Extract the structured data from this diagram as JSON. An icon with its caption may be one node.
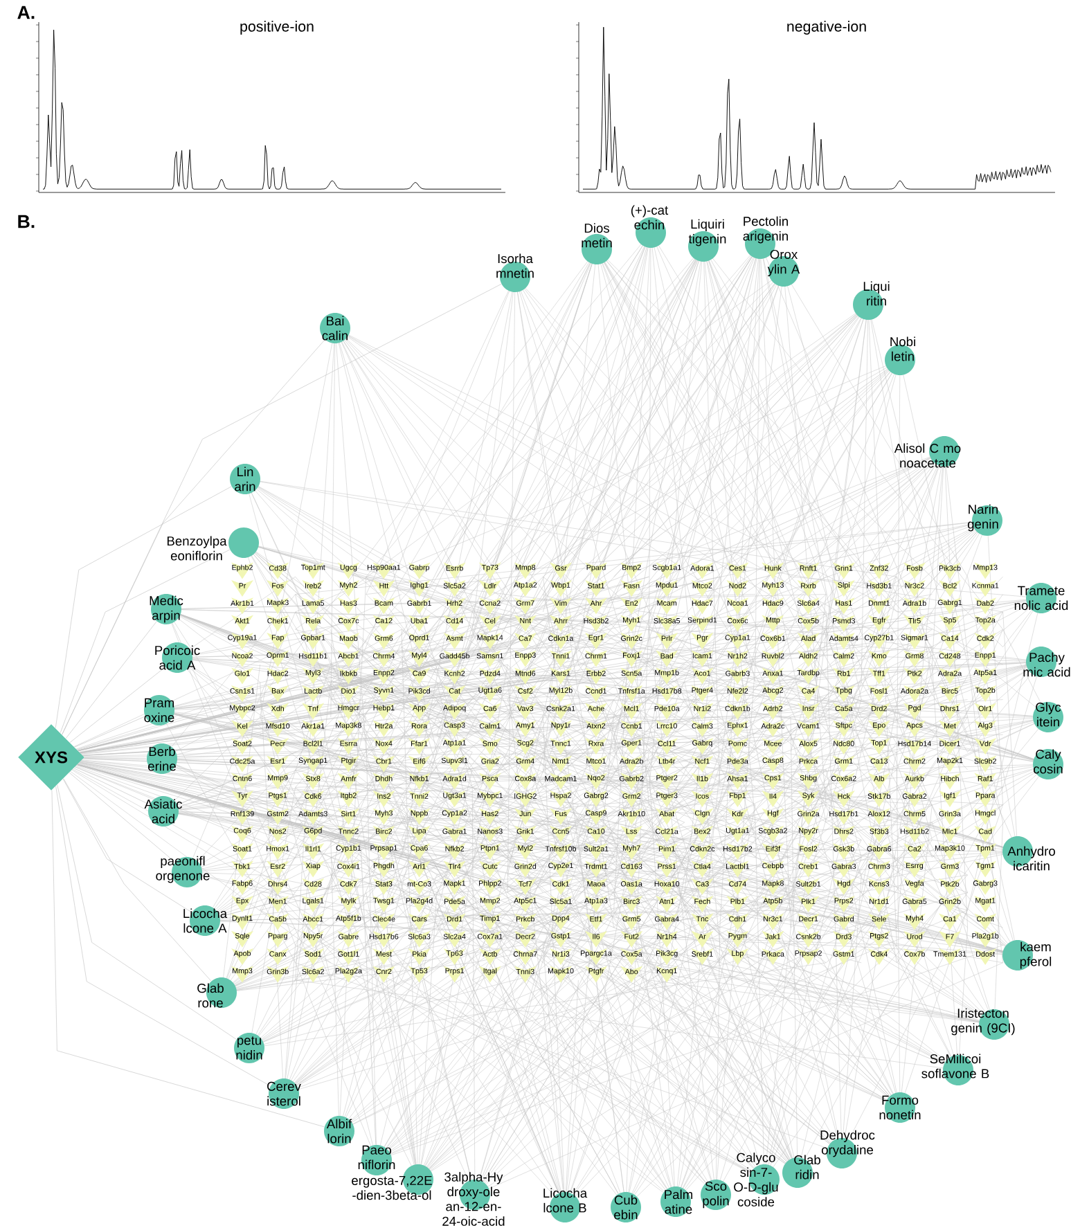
{
  "diagram": {
    "nodes": [
      {
        "text": [
          "XYS"
        ]
      },
      {
        "text": [
          "Bai calin"
        ]
      },
      {
        "text": [
          "Isorha mnetin"
        ]
      },
      {
        "text": [
          "Dios metin"
        ]
      },
      {
        "text": [
          "(+)-cat echin"
        ]
      },
      {
        "text": [
          "Liquiri tigenin"
        ]
      },
      {
        "text": [
          "Pectolin arigenin"
        ]
      },
      {
        "text": [
          "Orox ylin A"
        ]
      },
      {
        "text": [
          "Liqui ritin"
        ]
      },
      {
        "text": [
          "Nobi letin"
        ]
      },
      {
        "text": [
          "Alisol C mo noacetate"
        ]
      },
      {
        "text": [
          "Narin genin"
        ]
      },
      {
        "text": [
          "Tramete nolic acid"
        ]
      },
      {
        "text": [
          "Pachy mic acid"
        ]
      },
      {
        "text": [
          "Glyc itein"
        ]
      },
      {
        "text": [
          "Caly cosin"
        ]
      },
      {
        "text": [
          "Anhydro icaritin"
        ]
      },
      {
        "text": [
          "kaem pferol"
        ]
      },
      {
        "text": [
          "Iristecton genin (9CI)"
        ]
      },
      {
        "text": [
          "SeMilicoi soflavone B"
        ]
      },
      {
        "text": [
          "Formo nonetin"
        ]
      },
      {
        "text": [
          "Dehydroc orydaline"
        ]
      },
      {
        "text": [
          "Glab ridin"
        ]
      },
      {
        "text": [
          "Calyco sin-7- O-D-glu coside"
        ]
      },
      {
        "text": [
          "Sco polin"
        ]
      },
      {
        "text": [
          "Palm atine"
        ]
      },
      {
        "text": [
          "Cub ebin"
        ]
      },
      {
        "text": [
          "Licocha lcone B"
        ]
      },
      {
        "text": [
          "3alpha-Hy droxy-ole an-12-en-24-oic-acid"
        ]
      },
      {
        "text": [
          "ergosta-7,22E -dien-3beta-ol"
        ]
      },
      {
        "text": [
          "Paeo niflorin"
        ]
      },
      {
        "text": [
          "Albif lorin"
        ]
      },
      {
        "text": [
          "Cerev isterol"
        ]
      },
      {
        "text": [
          "petu nidin"
        ]
      },
      {
        "text": [
          "Glab rone"
        ]
      },
      {
        "text": [
          "Licocha lcone A"
        ]
      },
      {
        "text": [
          "paeonifl orgenone"
        ]
      },
      {
        "text": [
          "Asiatic acid"
        ]
      },
      {
        "text": [
          "Berb erine"
        ]
      },
      {
        "text": [
          "Pram oxine"
        ]
      },
      {
        "text": [
          "Poricoic acid A"
        ]
      },
      {
        "text": [
          "Medic arpin"
        ]
      },
      {
        "text": [
          "Benzoylpa eoniflorin"
        ]
      },
      {
        "text": [
          "Lin arin"
        ]
      },
      {
        "text": [
          "Ephb2"
        ]
      },
      {
        "text": [
          "Cd38"
        ]
      },
      {
        "text": [
          "Top1mt"
        ]
      },
      {
        "text": [
          "Ugcg"
        ]
      },
      {
        "text": [
          "Hsp90aa1"
        ]
      },
      {
        "text": [
          "Gabrp"
        ]
      },
      {
        "text": [
          "Esrrb"
        ]
      },
      {
        "text": [
          "Tp73"
        ]
      },
      {
        "text": [
          "Mmp8"
        ]
      },
      {
        "text": [
          "Gsr"
        ]
      },
      {
        "text": [
          "Ppard"
        ]
      },
      {
        "text": [
          "Bmp2"
        ]
      },
      {
        "text": [
          "Scgb1a1"
        ]
      },
      {
        "text": [
          "Adora1"
        ]
      },
      {
        "text": [
          "Ces1"
        ]
      },
      {
        "text": [
          "Hunk"
        ]
      },
      {
        "text": [
          "Rnft1"
        ]
      },
      {
        "text": [
          "Grin1"
        ]
      },
      {
        "text": [
          "Znf32"
        ]
      },
      {
        "text": [
          "Fosb"
        ]
      },
      {
        "text": [
          "Pik3cb"
        ]
      },
      {
        "text": [
          "Mmp13"
        ]
      },
      {
        "text": [
          "Pr"
        ]
      },
      {
        "text": [
          "Fos"
        ]
      },
      {
        "text": [
          "Ireb2"
        ]
      },
      {
        "text": [
          "Myh2"
        ]
      },
      {
        "text": [
          "Htt"
        ]
      },
      {
        "text": [
          "Ighg1"
        ]
      },
      {
        "text": [
          "Slc5a2"
        ]
      },
      {
        "text": [
          "Ldlr"
        ]
      },
      {
        "text": [
          "Atp1a2"
        ]
      },
      {
        "text": [
          "Wbp1"
        ]
      },
      {
        "text": [
          "Stat1"
        ]
      },
      {
        "text": [
          "Fasn"
        ]
      },
      {
        "text": [
          "Mpdu1"
        ]
      },
      {
        "text": [
          "Mtco2"
        ]
      },
      {
        "text": [
          "Nod2"
        ]
      },
      {
        "text": [
          "Myh13"
        ]
      },
      {
        "text": [
          "Rxrb"
        ]
      },
      {
        "text": [
          "Slpi"
        ]
      },
      {
        "text": [
          "Hsd3b1"
        ]
      },
      {
        "text": [
          "Nr3c2"
        ]
      },
      {
        "text": [
          "Bcl2"
        ]
      },
      {
        "text": [
          "Kcnma1"
        ]
      },
      {
        "text": [
          "Akr1b1"
        ]
      },
      {
        "text": [
          "Mapk3"
        ]
      },
      {
        "text": [
          "Lama5"
        ]
      },
      {
        "text": [
          "Has3"
        ]
      },
      {
        "text": [
          "Bcam"
        ]
      },
      {
        "text": [
          "Gabrb1"
        ]
      },
      {
        "text": [
          "Hrh2"
        ]
      },
      {
        "text": [
          "Ccna2"
        ]
      },
      {
        "text": [
          "Grm7"
        ]
      },
      {
        "text": [
          "Vim"
        ]
      },
      {
        "text": [
          "Ahr"
        ]
      },
      {
        "text": [
          "En2"
        ]
      },
      {
        "text": [
          "Mcam"
        ]
      },
      {
        "text": [
          "Hdac7"
        ]
      },
      {
        "text": [
          "Ncoa1"
        ]
      },
      {
        "text": [
          "Hdac9"
        ]
      },
      {
        "text": [
          "Slc6a4"
        ]
      },
      {
        "text": [
          "Has1"
        ]
      },
      {
        "text": [
          "Dnmt1"
        ]
      },
      {
        "text": [
          "Adra1b"
        ]
      },
      {
        "text": [
          "Gabrg1"
        ]
      },
      {
        "text": [
          "Dab2"
        ]
      },
      {
        "text": [
          "Akt1"
        ]
      },
      {
        "text": [
          "Chek1"
        ]
      },
      {
        "text": [
          "Rela"
        ]
      },
      {
        "text": [
          "Cox7c"
        ]
      },
      {
        "text": [
          "Ca12"
        ]
      },
      {
        "text": [
          "Uba1"
        ]
      },
      {
        "text": [
          "Cd14"
        ]
      },
      {
        "text": [
          "Cel"
        ]
      },
      {
        "text": [
          "Nnt"
        ]
      },
      {
        "text": [
          "Ahrr"
        ]
      },
      {
        "text": [
          "Hsd3b2"
        ]
      },
      {
        "text": [
          "Myh1"
        ]
      },
      {
        "text": [
          "Slc38a5"
        ]
      },
      {
        "text": [
          "Serpind1"
        ]
      },
      {
        "text": [
          "Cox6c"
        ]
      },
      {
        "text": [
          "Mttp"
        ]
      },
      {
        "text": [
          "Cox5b"
        ]
      },
      {
        "text": [
          "Psmd3"
        ]
      },
      {
        "text": [
          "Egfr"
        ]
      },
      {
        "text": [
          "Tlr5"
        ]
      },
      {
        "text": [
          "Sp5"
        ]
      },
      {
        "text": [
          "Top2a"
        ]
      },
      {
        "text": [
          "Cyp19a1"
        ]
      },
      {
        "text": [
          "Fap"
        ]
      },
      {
        "text": [
          "Gpbar1"
        ]
      },
      {
        "text": [
          "Maob"
        ]
      },
      {
        "text": [
          "Grm6"
        ]
      },
      {
        "text": [
          "Oprd1"
        ]
      },
      {
        "text": [
          "Asmt"
        ]
      },
      {
        "text": [
          "Mapk14"
        ]
      },
      {
        "text": [
          "Ca7"
        ]
      },
      {
        "text": [
          "Cdkn1a"
        ]
      },
      {
        "text": [
          "Egr1"
        ]
      },
      {
        "text": [
          "Grin2c"
        ]
      },
      {
        "text": [
          "Prlr"
        ]
      },
      {
        "text": [
          "Pgr"
        ]
      },
      {
        "text": [
          "Cyp1a1"
        ]
      },
      {
        "text": [
          "Cox6b1"
        ]
      },
      {
        "text": [
          "Alad"
        ]
      },
      {
        "text": [
          "Adamts4"
        ]
      },
      {
        "text": [
          "Cyp27b1"
        ]
      },
      {
        "text": [
          "Sigmar1"
        ]
      },
      {
        "text": [
          "Ca14"
        ]
      },
      {
        "text": [
          "Cdk2"
        ]
      },
      {
        "text": [
          "Ncoa2"
        ]
      },
      {
        "text": [
          "Oprm1"
        ]
      },
      {
        "text": [
          "Hsd11b1"
        ]
      },
      {
        "text": [
          "Abcb1"
        ]
      },
      {
        "text": [
          "Chrm4"
        ]
      },
      {
        "text": [
          "Myl4"
        ]
      },
      {
        "text": [
          "Gadd45b"
        ]
      },
      {
        "text": [
          "Samsn1"
        ]
      },
      {
        "text": [
          "Enpp3"
        ]
      },
      {
        "text": [
          "Tnni1"
        ]
      },
      {
        "text": [
          "Chrm1"
        ]
      },
      {
        "text": [
          "Foxj1"
        ]
      },
      {
        "text": [
          "Bad"
        ]
      },
      {
        "text": [
          "Icam1"
        ]
      },
      {
        "text": [
          "Nr1h2"
        ]
      },
      {
        "text": [
          "Ruvbl2"
        ]
      },
      {
        "text": [
          "Aldh2"
        ]
      },
      {
        "text": [
          "Calm2"
        ]
      },
      {
        "text": [
          "Kmo"
        ]
      },
      {
        "text": [
          "Grm8"
        ]
      },
      {
        "text": [
          "Cd248"
        ]
      },
      {
        "text": [
          "Enpp1"
        ]
      },
      {
        "text": [
          "Glo1"
        ]
      },
      {
        "text": [
          "Hdac2"
        ]
      },
      {
        "text": [
          "Myl3"
        ]
      },
      {
        "text": [
          "Ikbkb"
        ]
      },
      {
        "text": [
          "Enpp2"
        ]
      },
      {
        "text": [
          "Ca9"
        ]
      },
      {
        "text": [
          "Kcnh2"
        ]
      },
      {
        "text": [
          "Pdzd4"
        ]
      },
      {
        "text": [
          "Mtnd6"
        ]
      },
      {
        "text": [
          "Kars1"
        ]
      },
      {
        "text": [
          "Erbb2"
        ]
      },
      {
        "text": [
          "Scn5a"
        ]
      },
      {
        "text": [
          "Mmp1b"
        ]
      },
      {
        "text": [
          "Aco1"
        ]
      },
      {
        "text": [
          "Gabrb3"
        ]
      },
      {
        "text": [
          "Anxa1"
        ]
      },
      {
        "text": [
          "Tardbp"
        ]
      },
      {
        "text": [
          "Rb1"
        ]
      },
      {
        "text": [
          "Tff1"
        ]
      },
      {
        "text": [
          "Ptk2"
        ]
      },
      {
        "text": [
          "Adra2a"
        ]
      },
      {
        "text": [
          "Atp5a1"
        ]
      },
      {
        "text": [
          "Csn1s1"
        ]
      },
      {
        "text": [
          "Bax"
        ]
      },
      {
        "text": [
          "Lactb"
        ]
      },
      {
        "text": [
          "Dio1"
        ]
      },
      {
        "text": [
          "Syvn1"
        ]
      },
      {
        "text": [
          "Pik3cd"
        ]
      },
      {
        "text": [
          "Cat"
        ]
      },
      {
        "text": [
          "Ugt1a6"
        ]
      },
      {
        "text": [
          "Csf2"
        ]
      },
      {
        "text": [
          "Myl12b"
        ]
      },
      {
        "text": [
          "Ccnd1"
        ]
      },
      {
        "text": [
          "Tnfrsf1a"
        ]
      },
      {
        "text": [
          "Hsd17b8"
        ]
      },
      {
        "text": [
          "Ptger4"
        ]
      },
      {
        "text": [
          "Nfe2l2"
        ]
      },
      {
        "text": [
          "Abcg2"
        ]
      },
      {
        "text": [
          "Ca4"
        ]
      },
      {
        "text": [
          "Tpbg"
        ]
      },
      {
        "text": [
          "Fosl1"
        ]
      },
      {
        "text": [
          "Adora2a"
        ]
      },
      {
        "text": [
          "Birc5"
        ]
      },
      {
        "text": [
          "Top2b"
        ]
      },
      {
        "text": [
          "Mybpc2"
        ]
      },
      {
        "text": [
          "Xdh"
        ]
      },
      {
        "text": [
          "Tnf"
        ]
      },
      {
        "text": [
          "Hmgcr"
        ]
      },
      {
        "text": [
          "Hebp1"
        ]
      },
      {
        "text": [
          "App"
        ]
      },
      {
        "text": [
          "Adipoq"
        ]
      },
      {
        "text": [
          "Ca6"
        ]
      },
      {
        "text": [
          "Vav3"
        ]
      },
      {
        "text": [
          "Csnk2a1"
        ]
      },
      {
        "text": [
          "Ache"
        ]
      },
      {
        "text": [
          "Mcl1"
        ]
      },
      {
        "text": [
          "Pde10a"
        ]
      },
      {
        "text": [
          "Nr1i2"
        ]
      },
      {
        "text": [
          "Cdkn1b"
        ]
      },
      {
        "text": [
          "Adrb2"
        ]
      },
      {
        "text": [
          "Insr"
        ]
      },
      {
        "text": [
          "Ca5a"
        ]
      },
      {
        "text": [
          "Drd2"
        ]
      },
      {
        "text": [
          "Pgd"
        ]
      },
      {
        "text": [
          "Dhrs1"
        ]
      },
      {
        "text": [
          "Olr1"
        ]
      },
      {
        "text": [
          "Kel"
        ]
      },
      {
        "text": [
          "Mfsd10"
        ]
      },
      {
        "text": [
          "Akr1a1"
        ]
      },
      {
        "text": [
          "Map3k8"
        ]
      },
      {
        "text": [
          "Htr2a"
        ]
      },
      {
        "text": [
          "Rora"
        ]
      },
      {
        "text": [
          "Casp3"
        ]
      },
      {
        "text": [
          "Calm1"
        ]
      },
      {
        "text": [
          "Amy1"
        ]
      },
      {
        "text": [
          "Npy1r"
        ]
      },
      {
        "text": [
          "Atxn2"
        ]
      },
      {
        "text": [
          "Ccnb1"
        ]
      },
      {
        "text": [
          "Lrrc10"
        ]
      },
      {
        "text": [
          "Calm3"
        ]
      },
      {
        "text": [
          "Ephx1"
        ]
      },
      {
        "text": [
          "Adra2c"
        ]
      },
      {
        "text": [
          "Vcam1"
        ]
      },
      {
        "text": [
          "Sftpc"
        ]
      },
      {
        "text": [
          "Epo"
        ]
      },
      {
        "text": [
          "Apcs"
        ]
      },
      {
        "text": [
          "Met"
        ]
      },
      {
        "text": [
          "Alg3"
        ]
      },
      {
        "text": [
          "Soat2"
        ]
      },
      {
        "text": [
          "Pecr"
        ]
      },
      {
        "text": [
          "Bcl2l1"
        ]
      },
      {
        "text": [
          "Esrra"
        ]
      },
      {
        "text": [
          "Nox4"
        ]
      },
      {
        "text": [
          "Ffar1"
        ]
      },
      {
        "text": [
          "Atp1a1"
        ]
      },
      {
        "text": [
          "Smo"
        ]
      },
      {
        "text": [
          "Scg2"
        ]
      },
      {
        "text": [
          "Tnnc1"
        ]
      },
      {
        "text": [
          "Rxra"
        ]
      },
      {
        "text": [
          "Gper1"
        ]
      },
      {
        "text": [
          "Ccl11"
        ]
      },
      {
        "text": [
          "Gabrq"
        ]
      },
      {
        "text": [
          "Pomc"
        ]
      },
      {
        "text": [
          "Mcee"
        ]
      },
      {
        "text": [
          "Alox5"
        ]
      },
      {
        "text": [
          "Ndc80"
        ]
      },
      {
        "text": [
          "Top1"
        ]
      },
      {
        "text": [
          "Hsd17b14"
        ]
      },
      {
        "text": [
          "Dicer1"
        ]
      },
      {
        "text": [
          "Vdr"
        ]
      },
      {
        "text": [
          "Cdc25a"
        ]
      },
      {
        "text": [
          "Esr1"
        ]
      },
      {
        "text": [
          "Syngap1"
        ]
      },
      {
        "text": [
          "Ptgir"
        ]
      },
      {
        "text": [
          "Cbr1"
        ]
      },
      {
        "text": [
          "Eif6"
        ]
      },
      {
        "text": [
          "Supv3l1"
        ]
      },
      {
        "text": [
          "Gria2"
        ]
      },
      {
        "text": [
          "Grm4"
        ]
      },
      {
        "text": [
          "Nmt1"
        ]
      },
      {
        "text": [
          "Mtco1"
        ]
      },
      {
        "text": [
          "Adra2b"
        ]
      },
      {
        "text": [
          "Ltb4r"
        ]
      },
      {
        "text": [
          "Ncf1"
        ]
      },
      {
        "text": [
          "Pde3a"
        ]
      },
      {
        "text": [
          "Casp8"
        ]
      },
      {
        "text": [
          "Prkca"
        ]
      },
      {
        "text": [
          "Grm1"
        ]
      },
      {
        "text": [
          "Ca13"
        ]
      },
      {
        "text": [
          "Chrm2"
        ]
      },
      {
        "text": [
          "Map2k1"
        ]
      },
      {
        "text": [
          "Slc9b2"
        ]
      },
      {
        "text": [
          "Cntn6"
        ]
      },
      {
        "text": [
          "Mmp9"
        ]
      },
      {
        "text": [
          "Stx8"
        ]
      },
      {
        "text": [
          "Amfr"
        ]
      },
      {
        "text": [
          "Dhdh"
        ]
      },
      {
        "text": [
          "Nfkb1"
        ]
      },
      {
        "text": [
          "Adra1d"
        ]
      },
      {
        "text": [
          "Psca"
        ]
      },
      {
        "text": [
          "Cox8a"
        ]
      },
      {
        "text": [
          "Madcam1"
        ]
      },
      {
        "text": [
          "Nqo2"
        ]
      },
      {
        "text": [
          "Gabrb2"
        ]
      },
      {
        "text": [
          "Ptger2"
        ]
      },
      {
        "text": [
          "Il1b"
        ]
      },
      {
        "text": [
          "Ahsa1"
        ]
      },
      {
        "text": [
          "Cps1"
        ]
      },
      {
        "text": [
          "Shbg"
        ]
      },
      {
        "text": [
          "Cox6a2"
        ]
      },
      {
        "text": [
          "Alb"
        ]
      },
      {
        "text": [
          "Aurkb"
        ]
      },
      {
        "text": [
          "Hibch"
        ]
      },
      {
        "text": [
          "Raf1"
        ]
      },
      {
        "text": [
          "Tyr"
        ]
      },
      {
        "text": [
          "Ptgs1"
        ]
      },
      {
        "text": [
          "Cdk6"
        ]
      },
      {
        "text": [
          "Itgb2"
        ]
      },
      {
        "text": [
          "Ins2"
        ]
      },
      {
        "text": [
          "Tnni2"
        ]
      },
      {
        "text": [
          "Ugt3a1"
        ]
      },
      {
        "text": [
          "Mybpc1"
        ]
      },
      {
        "text": [
          "IGHG2"
        ]
      },
      {
        "text": [
          "Hspa2"
        ]
      },
      {
        "text": [
          "Gabrg2"
        ]
      },
      {
        "text": [
          "Grm2"
        ]
      },
      {
        "text": [
          "Ptger3"
        ]
      },
      {
        "text": [
          "Icos"
        ]
      },
      {
        "text": [
          "Fbp1"
        ]
      },
      {
        "text": [
          "Il4"
        ]
      },
      {
        "text": [
          "Syk"
        ]
      },
      {
        "text": [
          "Hck"
        ]
      },
      {
        "text": [
          "Stk17b"
        ]
      },
      {
        "text": [
          "Gabra2"
        ]
      },
      {
        "text": [
          "Igf1"
        ]
      },
      {
        "text": [
          "Ppara"
        ]
      },
      {
        "text": [
          "Rnf139"
        ]
      },
      {
        "text": [
          "Gstm2"
        ]
      },
      {
        "text": [
          "Adamts3"
        ]
      },
      {
        "text": [
          "Sirt1"
        ]
      },
      {
        "text": [
          "Myh3"
        ]
      },
      {
        "text": [
          "Nppb"
        ]
      },
      {
        "text": [
          "Cyp1a2"
        ]
      },
      {
        "text": [
          "Has2"
        ]
      },
      {
        "text": [
          "Jun"
        ]
      },
      {
        "text": [
          "Fus"
        ]
      },
      {
        "text": [
          "Casp9"
        ]
      },
      {
        "text": [
          "Akr1b10"
        ]
      },
      {
        "text": [
          "Abat"
        ]
      },
      {
        "text": [
          "Clgn"
        ]
      },
      {
        "text": [
          "Kdr"
        ]
      },
      {
        "text": [
          "Hgf"
        ]
      },
      {
        "text": [
          "Grin2a"
        ]
      },
      {
        "text": [
          "Hsd17b1"
        ]
      },
      {
        "text": [
          "Alox12"
        ]
      },
      {
        "text": [
          "Chrm5"
        ]
      },
      {
        "text": [
          "Grin3a"
        ]
      },
      {
        "text": [
          "Hmgcl"
        ]
      },
      {
        "text": [
          "Coq6"
        ]
      },
      {
        "text": [
          "Nos2"
        ]
      },
      {
        "text": [
          "G6pd"
        ]
      },
      {
        "text": [
          "Tnnc2"
        ]
      },
      {
        "text": [
          "Birc2"
        ]
      },
      {
        "text": [
          "Lipa"
        ]
      },
      {
        "text": [
          "Gabra1"
        ]
      },
      {
        "text": [
          "Nanos3"
        ]
      },
      {
        "text": [
          "Grik1"
        ]
      },
      {
        "text": [
          "Ccn5"
        ]
      },
      {
        "text": [
          "Ca10"
        ]
      },
      {
        "text": [
          "Lss"
        ]
      },
      {
        "text": [
          "Ccl21a"
        ]
      },
      {
        "text": [
          "Bex2"
        ]
      },
      {
        "text": [
          "Ugt1a1"
        ]
      },
      {
        "text": [
          "Scgb3a2"
        ]
      },
      {
        "text": [
          "Npy2r"
        ]
      },
      {
        "text": [
          "Dhrs2"
        ]
      },
      {
        "text": [
          "Sf3b3"
        ]
      },
      {
        "text": [
          "Hsd11b2"
        ]
      },
      {
        "text": [
          "Mlc1"
        ]
      },
      {
        "text": [
          "Cad"
        ]
      },
      {
        "text": [
          "Soat1"
        ]
      },
      {
        "text": [
          "Hmox1"
        ]
      },
      {
        "text": [
          "Il1rl1"
        ]
      },
      {
        "text": [
          "Cyp1b1"
        ]
      },
      {
        "text": [
          "Prpsap1"
        ]
      },
      {
        "text": [
          "Cpa6"
        ]
      },
      {
        "text": [
          "Nfkb2"
        ]
      },
      {
        "text": [
          "Ptpn1"
        ]
      },
      {
        "text": [
          "Myl2"
        ]
      },
      {
        "text": [
          "Tnfrsf10b"
        ]
      },
      {
        "text": [
          "Sult2a1"
        ]
      },
      {
        "text": [
          "Myh7"
        ]
      },
      {
        "text": [
          "Pim1"
        ]
      },
      {
        "text": [
          "Cdkn2c"
        ]
      },
      {
        "text": [
          "Hsd17b2"
        ]
      },
      {
        "text": [
          "Eif3f"
        ]
      },
      {
        "text": [
          "Fosl2"
        ]
      },
      {
        "text": [
          "Gsk3b"
        ]
      },
      {
        "text": [
          "Gabra6"
        ]
      },
      {
        "text": [
          "Ca2"
        ]
      },
      {
        "text": [
          "Map3k10"
        ]
      },
      {
        "text": [
          "Tpm1"
        ]
      },
      {
        "text": [
          "Tbk1"
        ]
      },
      {
        "text": [
          "Esr2"
        ]
      },
      {
        "text": [
          "Xiap"
        ]
      },
      {
        "text": [
          "Cox4i1"
        ]
      },
      {
        "text": [
          "Phgdh"
        ]
      },
      {
        "text": [
          "Arl1"
        ]
      },
      {
        "text": [
          "Tlr4"
        ]
      },
      {
        "text": [
          "Cutc"
        ]
      },
      {
        "text": [
          "Grin2d"
        ]
      },
      {
        "text": [
          "Cyp2e1"
        ]
      },
      {
        "text": [
          "Trdmt1"
        ]
      },
      {
        "text": [
          "Cd163"
        ]
      },
      {
        "text": [
          "Prss1"
        ]
      },
      {
        "text": [
          "Ctla4"
        ]
      },
      {
        "text": [
          "Lactbl1"
        ]
      },
      {
        "text": [
          "Cebpb"
        ]
      },
      {
        "text": [
          "Creb1"
        ]
      },
      {
        "text": [
          "Gabra3"
        ]
      },
      {
        "text": [
          "Chrm3"
        ]
      },
      {
        "text": [
          "Esrrg"
        ]
      },
      {
        "text": [
          "Grm3"
        ]
      },
      {
        "text": [
          "Tgm1"
        ]
      },
      {
        "text": [
          "Fabp6"
        ]
      },
      {
        "text": [
          "Dhrs4"
        ]
      },
      {
        "text": [
          "Cd28"
        ]
      },
      {
        "text": [
          "Cdk7"
        ]
      },
      {
        "text": [
          "Stat3"
        ]
      },
      {
        "text": [
          "mt-Co3"
        ]
      },
      {
        "text": [
          "Mapk1"
        ]
      },
      {
        "text": [
          "Phlpp2"
        ]
      },
      {
        "text": [
          "Tcf7"
        ]
      },
      {
        "text": [
          "Cdk1"
        ]
      },
      {
        "text": [
          "Maoa"
        ]
      },
      {
        "text": [
          "Oas1a"
        ]
      },
      {
        "text": [
          "Hoxa10"
        ]
      },
      {
        "text": [
          "Ca3"
        ]
      },
      {
        "text": [
          "Cd74"
        ]
      },
      {
        "text": [
          "Mapk8"
        ]
      },
      {
        "text": [
          "Sult2b1"
        ]
      },
      {
        "text": [
          "Hgd"
        ]
      },
      {
        "text": [
          "Kcns3"
        ]
      },
      {
        "text": [
          "Vegfa"
        ]
      },
      {
        "text": [
          "Ptk2b"
        ]
      },
      {
        "text": [
          "Gabrg3"
        ]
      },
      {
        "text": [
          "Epx"
        ]
      },
      {
        "text": [
          "Men1"
        ]
      },
      {
        "text": [
          "Lgals1"
        ]
      },
      {
        "text": [
          "Mylk"
        ]
      },
      {
        "text": [
          "Twsg1"
        ]
      },
      {
        "text": [
          "Pla2g4d"
        ]
      },
      {
        "text": [
          "Pde5a"
        ]
      },
      {
        "text": [
          "Mmp2"
        ]
      },
      {
        "text": [
          "Atp5c1"
        ]
      },
      {
        "text": [
          "Slc5a1"
        ]
      },
      {
        "text": [
          "Atp1a3"
        ]
      },
      {
        "text": [
          "Birc3"
        ]
      },
      {
        "text": [
          "Atn1"
        ]
      },
      {
        "text": [
          "Fech"
        ]
      },
      {
        "text": [
          "Plb1"
        ]
      },
      {
        "text": [
          "Atp5b"
        ]
      },
      {
        "text": [
          "Plk1"
        ]
      },
      {
        "text": [
          "Prps2"
        ]
      },
      {
        "text": [
          "Nr1d1"
        ]
      },
      {
        "text": [
          "Gabra5"
        ]
      },
      {
        "text": [
          "Grin2b"
        ]
      },
      {
        "text": [
          "Mgat1"
        ]
      },
      {
        "text": [
          "Dynlt1"
        ]
      },
      {
        "text": [
          "Ca5b"
        ]
      },
      {
        "text": [
          "Abcc1"
        ]
      },
      {
        "text": [
          "Atp5f1b"
        ]
      },
      {
        "text": [
          "Clec4e"
        ]
      },
      {
        "text": [
          "Cars"
        ]
      },
      {
        "text": [
          "Drd1"
        ]
      },
      {
        "text": [
          "Timp1"
        ]
      },
      {
        "text": [
          "Prkcb"
        ]
      },
      {
        "text": [
          "Dpp4"
        ]
      },
      {
        "text": [
          "Etf1"
        ]
      },
      {
        "text": [
          "Grm5"
        ]
      },
      {
        "text": [
          "Gabra4"
        ]
      },
      {
        "text": [
          "Tnc"
        ]
      },
      {
        "text": [
          "Cdh1"
        ]
      },
      {
        "text": [
          "Nr3c1"
        ]
      },
      {
        "text": [
          "Decr1"
        ]
      },
      {
        "text": [
          "Gabrd"
        ]
      },
      {
        "text": [
          "Sele"
        ]
      },
      {
        "text": [
          "Myh4"
        ]
      },
      {
        "text": [
          "Ca1"
        ]
      },
      {
        "text": [
          "Comt"
        ]
      },
      {
        "text": [
          "Sqle"
        ]
      },
      {
        "text": [
          "Pparg"
        ]
      },
      {
        "text": [
          "Npy5r"
        ]
      },
      {
        "text": [
          "Gabre"
        ]
      },
      {
        "text": [
          "Hsd17b6"
        ]
      },
      {
        "text": [
          "Slc6a3"
        ]
      },
      {
        "text": [
          "Slc2a4"
        ]
      },
      {
        "text": [
          "Cox7a1"
        ]
      },
      {
        "text": [
          "Decr2"
        ]
      },
      {
        "text": [
          "Gstp1"
        ]
      },
      {
        "text": [
          "Il6"
        ]
      },
      {
        "text": [
          "Fut2"
        ]
      },
      {
        "text": [
          "Nr1h4"
        ]
      },
      {
        "text": [
          "Ar"
        ]
      },
      {
        "text": [
          "Pygm"
        ]
      },
      {
        "text": [
          "Jak1"
        ]
      },
      {
        "text": [
          "Csnk2b"
        ]
      },
      {
        "text": [
          "Drd3"
        ]
      },
      {
        "text": [
          "Ptgs2"
        ]
      },
      {
        "text": [
          "Urod"
        ]
      },
      {
        "text": [
          "F7"
        ]
      },
      {
        "text": [
          "Pla2g1b"
        ]
      },
      {
        "text": [
          "Apob"
        ]
      },
      {
        "text": [
          "Canx"
        ]
      },
      {
        "text": [
          "Sod1"
        ]
      },
      {
        "text": [
          "Got1l1"
        ]
      },
      {
        "text": [
          "Mest"
        ]
      },
      {
        "text": [
          "Pkia"
        ]
      },
      {
        "text": [
          "Tp63"
        ]
      },
      {
        "text": [
          "Actb"
        ]
      },
      {
        "text": [
          "Chrna7"
        ]
      },
      {
        "text": [
          "Nr1i3"
        ]
      },
      {
        "text": [
          "Ppargc1a"
        ]
      },
      {
        "text": [
          "Cox5a"
        ]
      },
      {
        "text": [
          "Pik3cg"
        ]
      },
      {
        "text": [
          "Srebf1"
        ]
      },
      {
        "text": [
          "Lbp"
        ]
      },
      {
        "text": [
          "Prkaca"
        ]
      },
      {
        "text": [
          "Prpsap2"
        ]
      },
      {
        "text": [
          "Gstm1"
        ]
      },
      {
        "text": [
          "Cdk4"
        ]
      },
      {
        "text": [
          "Cox7b"
        ]
      },
      {
        "text": [
          "Tmem131"
        ]
      },
      {
        "text": [
          "Ddost"
        ]
      },
      {
        "text": [
          "Mmp3"
        ]
      },
      {
        "text": [
          "Grin3b"
        ]
      },
      {
        "text": [
          "Slc6a2"
        ]
      },
      {
        "text": [
          "Pla2g2a"
        ]
      },
      {
        "text": [
          "Cnr2"
        ]
      },
      {
        "text": [
          "Tp53"
        ]
      },
      {
        "text": [
          "Prps1"
        ]
      },
      {
        "text": [
          "Itgal"
        ]
      },
      {
        "text": [
          "Tnni3"
        ]
      },
      {
        "text": [
          "Mapk10"
        ]
      },
      {
        "text": [
          "Ptgfr"
        ]
      },
      {
        "text": [
          "Abo"
        ]
      },
      {
        "text": [
          "Kcnq1"
        ]
      }
    ],
    "edges": [
      {
        "from": 0,
        "to": 1,
        "arrow": "none"
      },
      {
        "from": 0,
        "to": 2,
        "arrow": "none"
      },
      {
        "from": 0,
        "to": 3,
        "arrow": "none"
      },
      {
        "from": 0,
        "to": 4,
        "arrow": "none"
      },
      {
        "from": 0,
        "to": 5,
        "arrow": "none"
      },
      {
        "from": 0,
        "to": 6,
        "arrow": "none"
      },
      {
        "from": 0,
        "to": 7,
        "arrow": "none"
      },
      {
        "from": 0,
        "to": 8,
        "arrow": "none"
      },
      {
        "from": 0,
        "to": 9,
        "arrow": "none"
      },
      {
        "from": 0,
        "to": 10,
        "arrow": "none"
      },
      {
        "from": 0,
        "to": 11,
        "arrow": "none"
      },
      {
        "from": 0,
        "to": 12,
        "arrow": "none"
      },
      {
        "from": 0,
        "to": 13,
        "arrow": "none"
      },
      {
        "from": 0,
        "to": 14,
        "arrow": "none"
      },
      {
        "from": 0,
        "to": 15,
        "arrow": "none"
      },
      {
        "from": 0,
        "to": 16,
        "arrow": "none"
      },
      {
        "from": 0,
        "to": 17,
        "arrow": "none"
      },
      {
        "from": 0,
        "to": 18,
        "arrow": "none"
      },
      {
        "from": 0,
        "to": 19,
        "arrow": "none"
      },
      {
        "from": 0,
        "to": 20,
        "arrow": "none"
      },
      {
        "from": 0,
        "to": 21,
        "arrow": "none"
      },
      {
        "from": 0,
        "to": 22,
        "arrow": "none"
      },
      {
        "from": 0,
        "to": 23,
        "arrow": "none"
      },
      {
        "from": 0,
        "to": 24,
        "arrow": "none"
      },
      {
        "from": 0,
        "to": 25,
        "arrow": "none"
      },
      {
        "from": 0,
        "to": 26,
        "arrow": "none"
      },
      {
        "from": 0,
        "to": 27,
        "arrow": "none"
      },
      {
        "from": 0,
        "to": 28,
        "arrow": "none"
      },
      {
        "from": 0,
        "to": 29,
        "arrow": "none"
      },
      {
        "from": 0,
        "to": 30,
        "arrow": "none"
      },
      {
        "from": 0,
        "to": 31,
        "arrow": "none"
      },
      {
        "from": 0,
        "to": 32,
        "arrow": "none"
      },
      {
        "from": 0,
        "to": 33,
        "arrow": "none"
      },
      {
        "from": 0,
        "to": 34,
        "arrow": "none"
      },
      {
        "from": 0,
        "to": 35,
        "arrow": "none"
      },
      {
        "from": 0,
        "to": 36,
        "arrow": "none"
      },
      {
        "from": 0,
        "to": 37,
        "arrow": "none"
      },
      {
        "from": 0,
        "to": 38,
        "arrow": "none"
      },
      {
        "from": 0,
        "to": 39,
        "arrow": "none"
      },
      {
        "from": 0,
        "to": 40,
        "arrow": "none"
      },
      {
        "from": 0,
        "to": 41,
        "arrow": "none"
      },
      {
        "from": 0,
        "to": 42,
        "arrow": "none"
      },
      {
        "from": 0,
        "to": 43,
        "arrow": "none"
      }
    ],
    "labels": [
      "A.",
      "positive-ion",
      "negative-ion",
      "B."
    ]
  }
}
